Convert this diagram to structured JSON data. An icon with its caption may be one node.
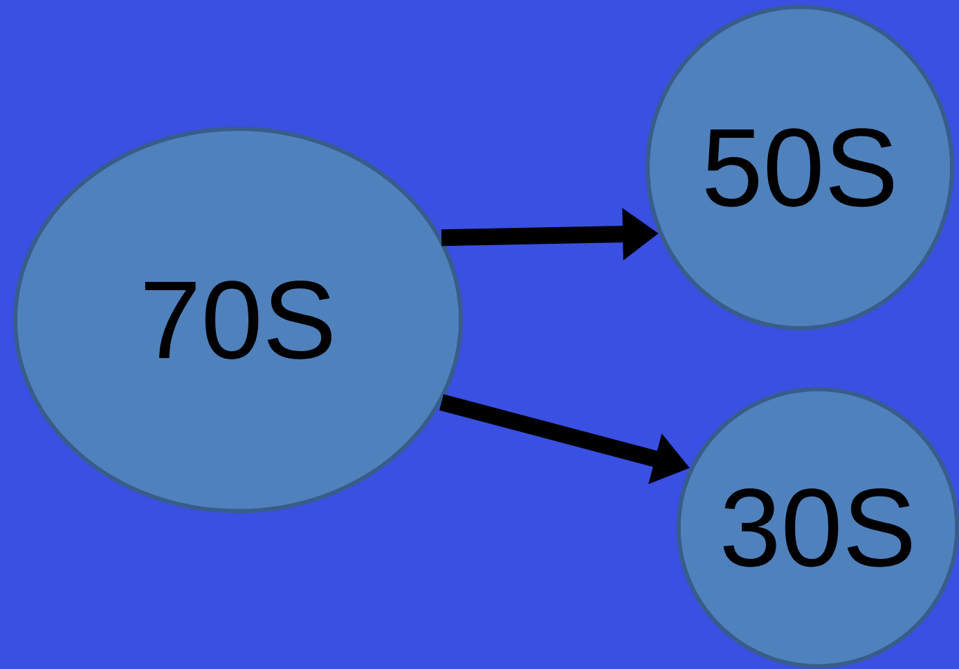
{
  "diagram": {
    "nodes": [
      {
        "text": [
          "70S"
        ]
      },
      {
        "text": [
          "50S"
        ]
      },
      {
        "text": [
          "30S"
        ]
      }
    ],
    "edges": [
      {
        "from": 0,
        "to": 1,
        "arrow": "to"
      },
      {
        "from": 0,
        "to": 2,
        "arrow": "to"
      }
    ]
  }
}
